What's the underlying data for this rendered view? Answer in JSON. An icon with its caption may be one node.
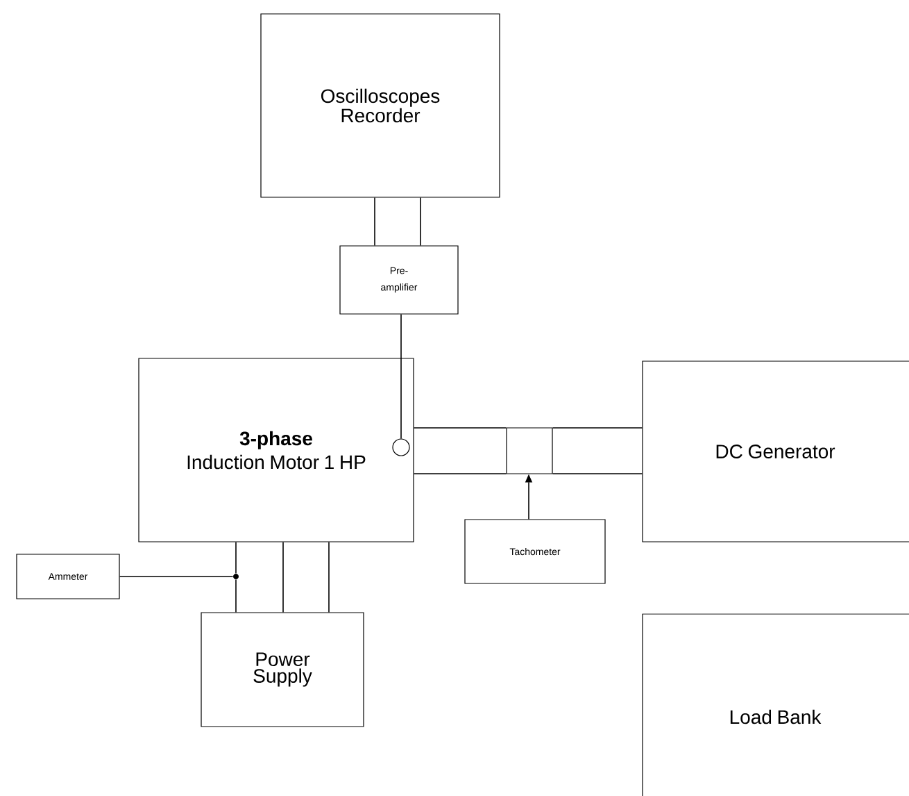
{
  "diagram": {
    "nodes": [
      {
        "text": [
          "Oscilloscopes Recorder"
        ]
      },
      {
        "text": [
          "Pre-amplifier"
        ]
      },
      {
        "text": [
          "3-phase",
          "Induction Motor 1 HP"
        ]
      },
      {
        "text": [],
        "shape": "circle",
        "in": 2
      },
      {
        "text": [],
        "shape": "box"
      },
      {
        "text": [
          "DC Generator"
        ]
      },
      {
        "text": [
          "Tachometer"
        ]
      },
      {
        "text": [
          "Ammeter"
        ]
      },
      {
        "text": [
          "Power Supply"
        ]
      },
      {
        "text": [
          "Load Bank"
        ]
      },
      {
        "text": [],
        "shape": "dot"
      }
    ],
    "edges": [
      {
        "from": 0,
        "to": 1,
        "arrow": "none"
      },
      {
        "from": 0,
        "to": 1,
        "arrow": "none"
      },
      {
        "from": 1,
        "to": 3,
        "arrow": "none"
      },
      {
        "from": 2,
        "to": 4,
        "arrow": "none"
      },
      {
        "from": 2,
        "to": 4,
        "arrow": "none"
      },
      {
        "from": 4,
        "to": 5,
        "arrow": "none"
      },
      {
        "from": 4,
        "to": 5,
        "arrow": "none"
      },
      {
        "from": 6,
        "to": 4,
        "arrow": "to"
      },
      {
        "from": 7,
        "to": 10,
        "arrow": "none"
      },
      {
        "from": 2,
        "to": 10,
        "arrow": "none"
      },
      {
        "from": 10,
        "to": 8,
        "arrow": "none"
      },
      {
        "from": 2,
        "to": 8,
        "arrow": "none"
      },
      {
        "from": 2,
        "to": 8,
        "arrow": "none"
      }
    ]
  }
}
